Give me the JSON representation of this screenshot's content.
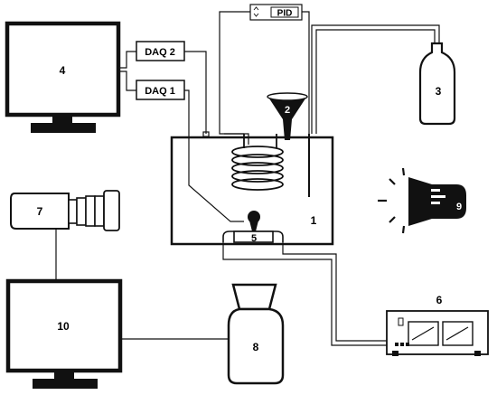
{
  "diagram": {
    "labels": {
      "pc_daq": "4",
      "funnel": "2",
      "bottle": "3",
      "chamber": "1",
      "heater": "5",
      "power_supply": "6",
      "camera": "7",
      "flask": "8",
      "light": "9",
      "pc_camera": "10"
    },
    "boxes": {
      "daq2": "DAQ 2",
      "daq1": "DAQ 1",
      "pid": "PID"
    },
    "colors": {
      "line": "#111111",
      "fill": "#ffffff",
      "light_beam": "#111111"
    }
  }
}
